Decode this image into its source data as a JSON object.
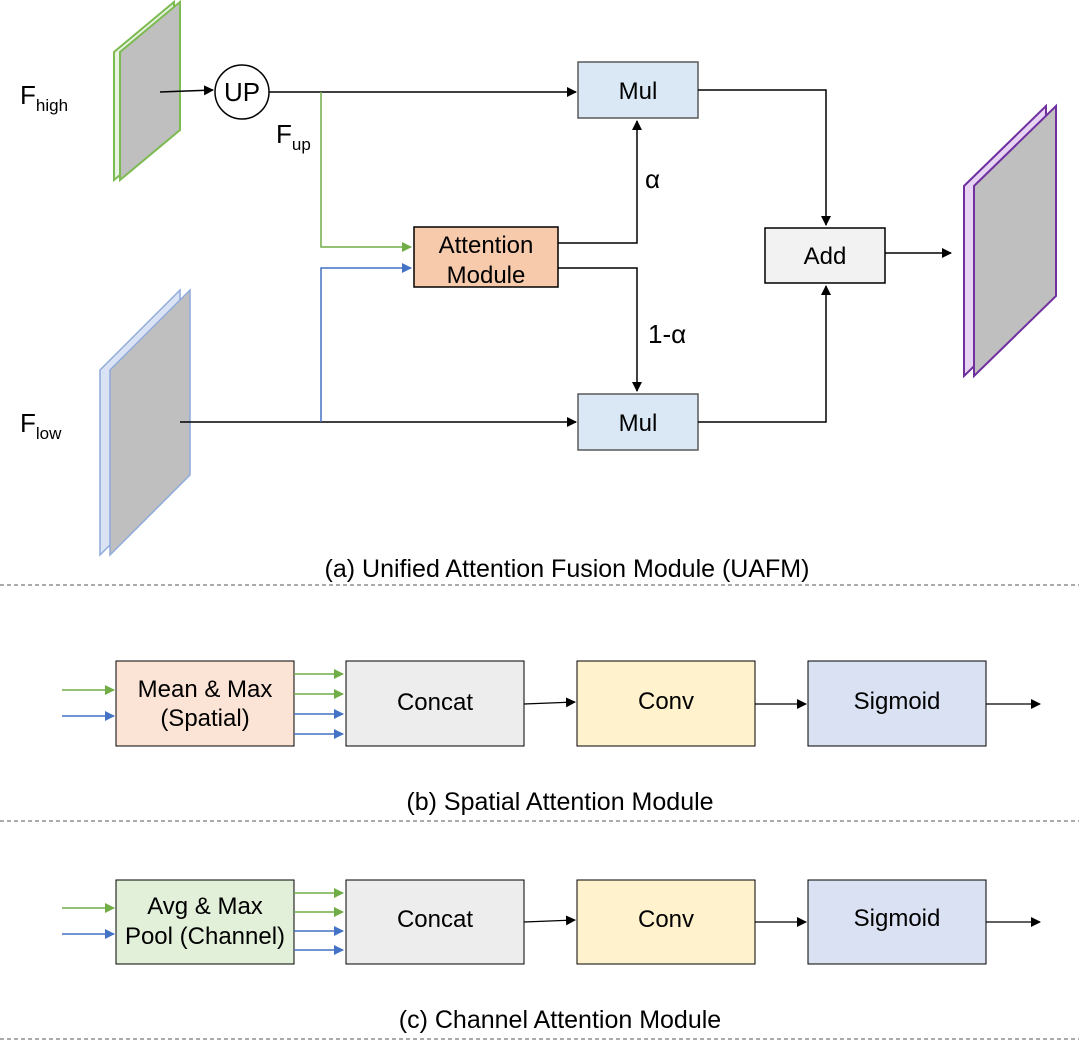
{
  "uafm": {
    "f_high": "F",
    "f_high_sub": "high",
    "f_low": "F",
    "f_low_sub": "low",
    "f_up": "F",
    "f_up_sub": "up",
    "up": "UP",
    "mul_top": "Mul",
    "mul_bottom": "Mul",
    "attention_line1": "Attention",
    "attention_line2": "Module",
    "add": "Add",
    "alpha": "α",
    "one_minus_alpha": "1-α",
    "caption": "(a) Unified Attention Fusion Module (UAFM)"
  },
  "spatial": {
    "pool_line1": "Mean & Max",
    "pool_line2": "(Spatial)",
    "concat": "Concat",
    "conv": "Conv",
    "sigmoid": "Sigmoid",
    "caption": "(b) Spatial Attention Module"
  },
  "channel": {
    "pool_line1": "Avg & Max",
    "pool_line2": "Pool (Channel)",
    "concat": "Concat",
    "conv": "Conv",
    "sigmoid": "Sigmoid",
    "caption": "(c) Channel Attention Module"
  },
  "colors": {
    "high_feature_border": "#7cba52",
    "low_feature_border": "#8faadc",
    "output_feature_border": "#7030a0",
    "feature_fill": "#bfbfbf",
    "mul_fill": "#dae8f5",
    "attention_fill": "#f7caac",
    "add_fill": "#f2f2f2",
    "pool_spatial_fill": "#fbe4d5",
    "pool_channel_fill": "#e2efd9",
    "concat_fill": "#ededed",
    "conv_fill": "#fff2cc",
    "sigmoid_fill": "#d9e1f2",
    "green_arrow": "#70ad47",
    "blue_arrow": "#4472c4"
  }
}
